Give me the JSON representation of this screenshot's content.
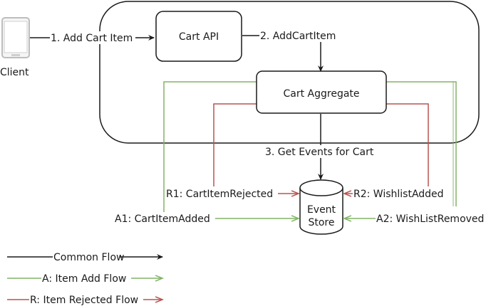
{
  "colors": {
    "common": "#1a1a1a",
    "add": "#82b366",
    "reject": "#b85450"
  },
  "nodes": {
    "client": {
      "label": "Client",
      "icon": "mobile-device-icon"
    },
    "cart_api": {
      "label": "Cart API"
    },
    "cart_aggregate": {
      "label": "Cart Aggregate"
    },
    "event_store": {
      "label_line1": "Event",
      "label_line2": "Store",
      "icon": "database-cylinder-icon"
    }
  },
  "edges": {
    "add_cart_item": "1. Add Cart Item",
    "add_cart_item_cmd": "2. AddCartItem",
    "get_events": "3. Get Events for Cart",
    "r1": "R1: CartItemRejected",
    "r2": "R2: WishlistAdded",
    "a1": "A1: CartItemAdded",
    "a2": "A2: WishListRemoved"
  },
  "legend": {
    "items": [
      {
        "label": "Common Flow",
        "color": "#1a1a1a"
      },
      {
        "label": "A: Item Add Flow",
        "color": "#82b366"
      },
      {
        "label": "R: Item Rejected Flow",
        "color": "#b85450"
      }
    ]
  }
}
